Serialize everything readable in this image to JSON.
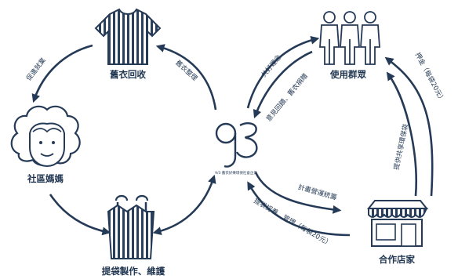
{
  "colors": {
    "ink": "#253a57",
    "stripe": "#2a3f5c",
    "paper": "#ffffff"
  },
  "logo": {
    "mark": "93",
    "tagline": "9/3 舊衣好樂環保社會企業"
  },
  "nodes": {
    "used_clothes": {
      "label": "舊衣回收",
      "icon": "striped-shirt-icon"
    },
    "community_moms": {
      "label": "社區媽媽",
      "icon": "curly-hair-woman-icon"
    },
    "bag_making": {
      "label": "提袋製作、維護",
      "icon": "striped-tote-bag-icon"
    },
    "users": {
      "label": "使用群眾",
      "icon": "people-group-icon"
    },
    "partner_stores": {
      "label": "合作店家",
      "icon": "storefront-icon"
    }
  },
  "edges": {
    "promote_employment": "促進就業",
    "clothes_sorting": "舊衣整理",
    "shared_values": "共好理念",
    "users_feedback": "意見回饋、舊衣捐贈",
    "deposit": "押金（每袋20元）",
    "shared_bags": "提供共享環保袋",
    "plan_operations": "計畫營運統籌",
    "bag_management": "提袋認養、管理（每袋20元）"
  }
}
